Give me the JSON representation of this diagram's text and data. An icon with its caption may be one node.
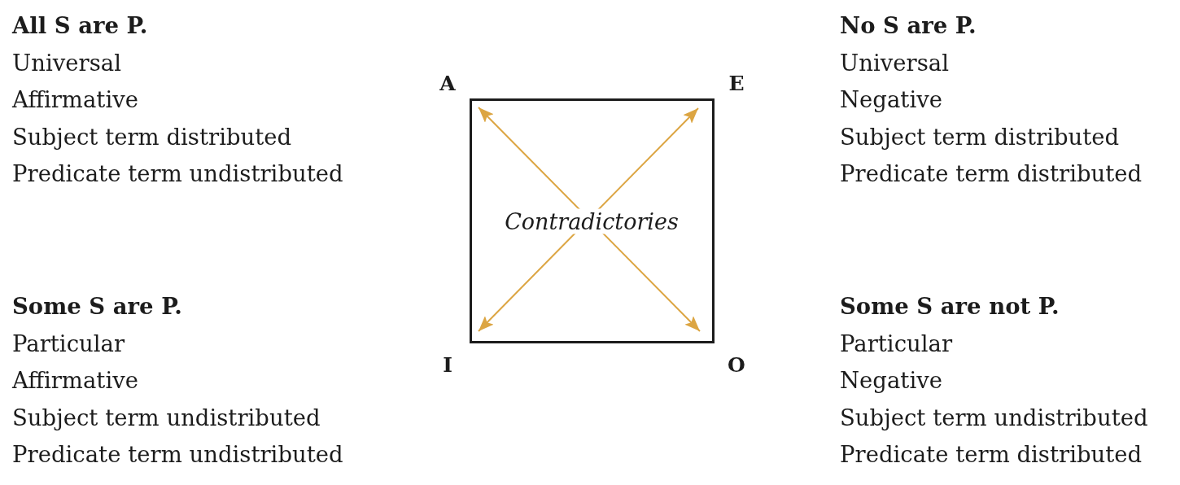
{
  "diagram": {
    "nodes": [
      {
        "text": [
          "A"
        ]
      },
      {
        "text": [
          "E"
        ]
      },
      {
        "text": [
          "I"
        ]
      },
      {
        "text": [
          "O"
        ]
      }
    ],
    "edges": [
      {
        "from": 0,
        "to": 3,
        "arrow": "both",
        "label": "Contradictories"
      },
      {
        "from": 1,
        "to": 2,
        "arrow": "both"
      }
    ],
    "labels": [
      "All S are P.",
      "Universal",
      "Affirmative",
      "Subject term distributed",
      "Predicate term undistributed",
      "No S are P.",
      "Universal",
      "Negative",
      "Subject term distributed",
      "Predicate term distributed",
      "Some S are P.",
      "Particular",
      "Affirmative",
      "Subject term undistributed",
      "Predicate term undistributed",
      "Some S are not P.",
      "Particular",
      "Negative",
      "Subject term undistributed",
      "Predicate term distributed"
    ]
  }
}
